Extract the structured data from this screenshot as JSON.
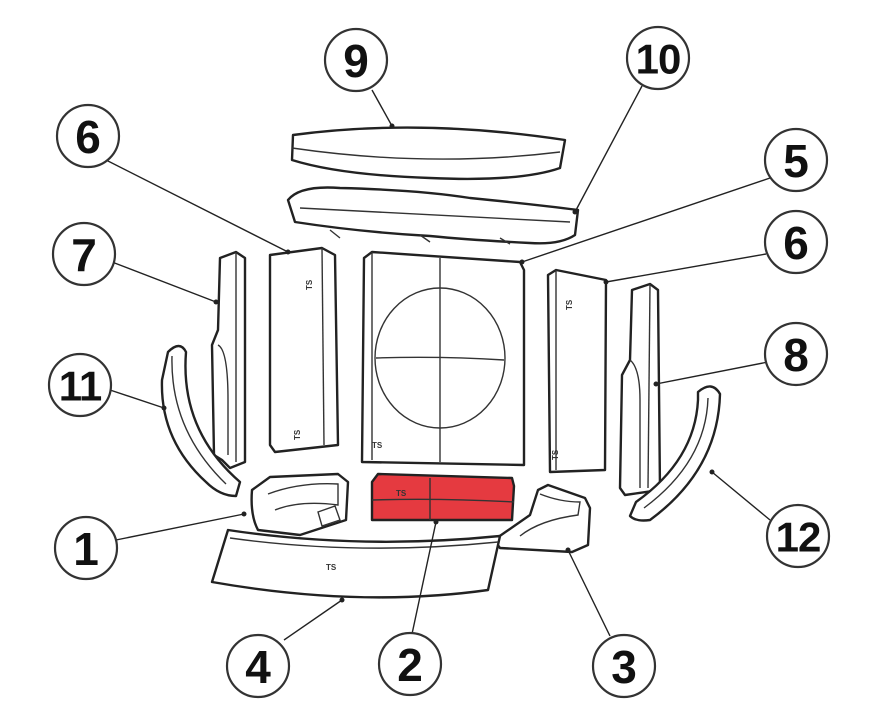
{
  "diagram": {
    "highlight_color": "#e53a40",
    "outline_color": "#222222",
    "callouts": [
      {
        "id": "9",
        "label": "9"
      },
      {
        "id": "10",
        "label": "10"
      },
      {
        "id": "6a",
        "label": "6"
      },
      {
        "id": "5",
        "label": "5"
      },
      {
        "id": "6b",
        "label": "6"
      },
      {
        "id": "7",
        "label": "7"
      },
      {
        "id": "8",
        "label": "8"
      },
      {
        "id": "11",
        "label": "11"
      },
      {
        "id": "12",
        "label": "12"
      },
      {
        "id": "1",
        "label": "1"
      },
      {
        "id": "2",
        "label": "2"
      },
      {
        "id": "3",
        "label": "3"
      },
      {
        "id": "4",
        "label": "4"
      }
    ],
    "highlighted_part": "2"
  }
}
